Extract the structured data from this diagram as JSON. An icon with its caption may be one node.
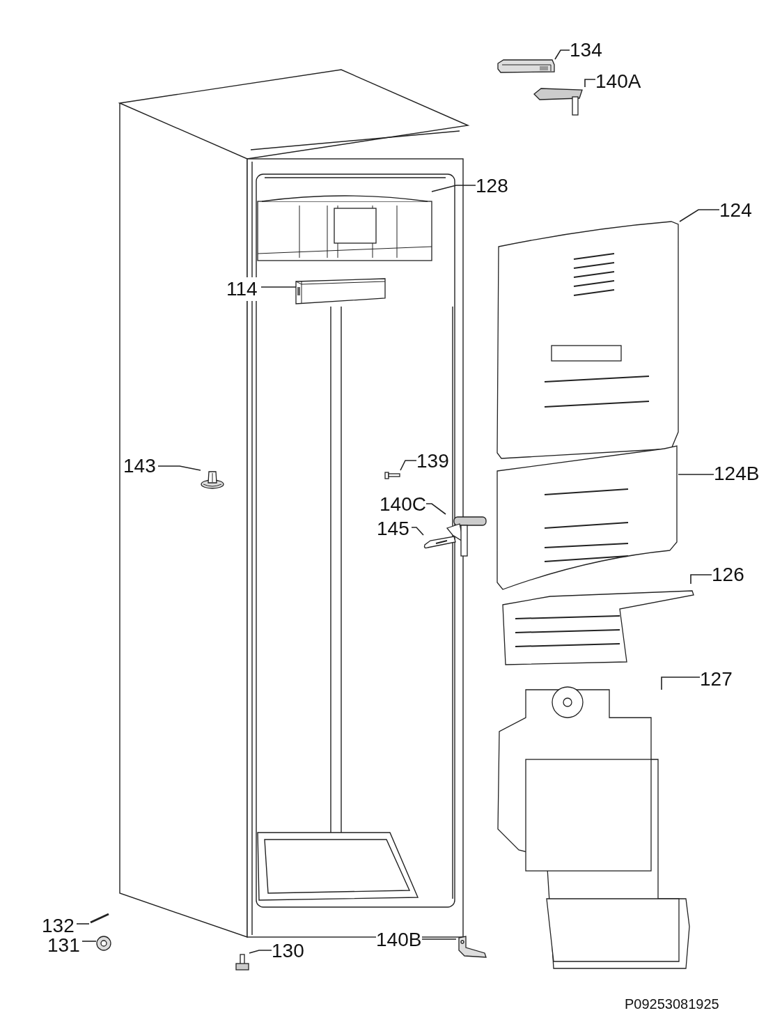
{
  "diagram": {
    "nodes": [
      {
        "text": [
          "134"
        ]
      },
      {
        "text": [],
        "shape": "picture"
      },
      {
        "text": [
          "140A"
        ]
      },
      {
        "text": [],
        "shape": "picture"
      },
      {
        "text": [
          "128"
        ]
      },
      {
        "text": [],
        "shape": "picture"
      },
      {
        "text": [
          "124"
        ]
      },
      {
        "text": [],
        "shape": "picture"
      },
      {
        "text": [
          "114"
        ]
      },
      {
        "text": [],
        "shape": "picture"
      },
      {
        "text": [
          "143"
        ]
      },
      {
        "text": [],
        "shape": "picture"
      },
      {
        "text": [
          "139"
        ]
      },
      {
        "text": [],
        "shape": "picture"
      },
      {
        "text": [
          "124B"
        ]
      },
      {
        "text": [],
        "shape": "picture"
      },
      {
        "text": [
          "140C"
        ]
      },
      {
        "text": [],
        "shape": "picture"
      },
      {
        "text": [
          "145"
        ]
      },
      {
        "text": [],
        "shape": "picture"
      },
      {
        "text": [
          "126"
        ]
      },
      {
        "text": [],
        "shape": "picture"
      },
      {
        "text": [
          "127"
        ]
      },
      {
        "text": [],
        "shape": "picture"
      },
      {
        "text": [
          "132"
        ]
      },
      {
        "text": [],
        "shape": "picture"
      },
      {
        "text": [
          "131"
        ]
      },
      {
        "text": [],
        "shape": "picture"
      },
      {
        "text": [
          "130"
        ]
      },
      {
        "text": [],
        "shape": "picture"
      },
      {
        "text": [
          "140B"
        ]
      },
      {
        "text": [],
        "shape": "picture"
      }
    ],
    "edges": [
      {
        "from": 0,
        "to": 1,
        "arrow": "none"
      },
      {
        "from": 2,
        "to": 3,
        "arrow": "none"
      },
      {
        "from": 4,
        "to": 5,
        "arrow": "none"
      },
      {
        "from": 6,
        "to": 7,
        "arrow": "none"
      },
      {
        "from": 8,
        "to": 9,
        "arrow": "none"
      },
      {
        "from": 10,
        "to": 11,
        "arrow": "none"
      },
      {
        "from": 12,
        "to": 13,
        "arrow": "none"
      },
      {
        "from": 14,
        "to": 15,
        "arrow": "none"
      },
      {
        "from": 16,
        "to": 17,
        "arrow": "none"
      },
      {
        "from": 18,
        "to": 19,
        "arrow": "none"
      },
      {
        "from": 20,
        "to": 21,
        "arrow": "none"
      },
      {
        "from": 22,
        "to": 23,
        "arrow": "none"
      },
      {
        "from": 24,
        "to": 25,
        "arrow": "none"
      },
      {
        "from": 26,
        "to": 27,
        "arrow": "none"
      },
      {
        "from": 28,
        "to": 29,
        "arrow": "none"
      },
      {
        "from": 30,
        "to": 31,
        "arrow": "none"
      }
    ],
    "labels": [
      "P09253081925"
    ]
  }
}
